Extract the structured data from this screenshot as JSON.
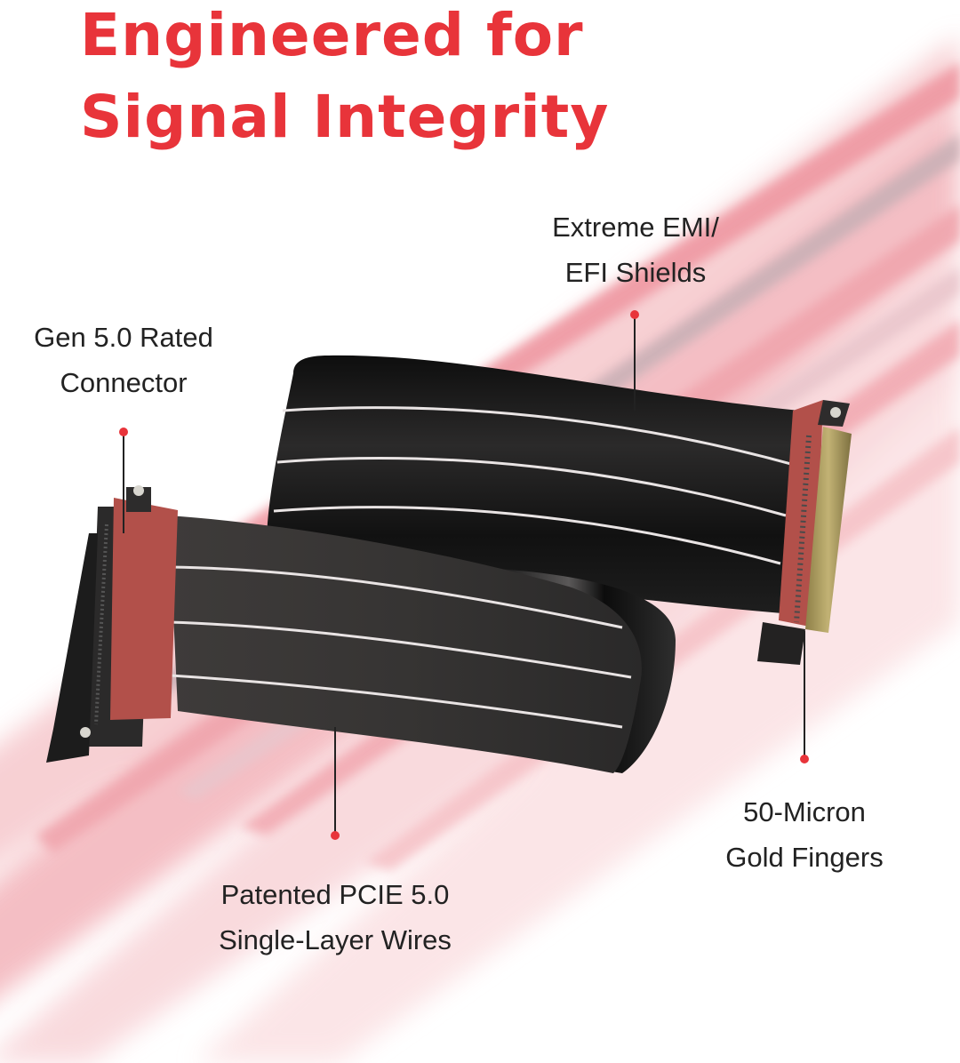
{
  "heading": {
    "line1": "Engineered for",
    "line2": "Signal Integrity"
  },
  "callouts": {
    "connector": {
      "line1": "Gen 5.0 Rated",
      "line2": "Connector"
    },
    "shields": {
      "line1": "Extreme EMI/",
      "line2": "EFI Shields"
    },
    "gold_fingers": {
      "line1": "50-Micron",
      "line2": "Gold Fingers"
    },
    "wires": {
      "line1": "Patented PCIE 5.0",
      "line2": "Single-Layer Wires"
    }
  },
  "colors": {
    "accent": "#e8343a",
    "text": "#222222",
    "cable": "#3a3837",
    "connector_red": "#b2504a",
    "gold": "#a99a5c"
  }
}
